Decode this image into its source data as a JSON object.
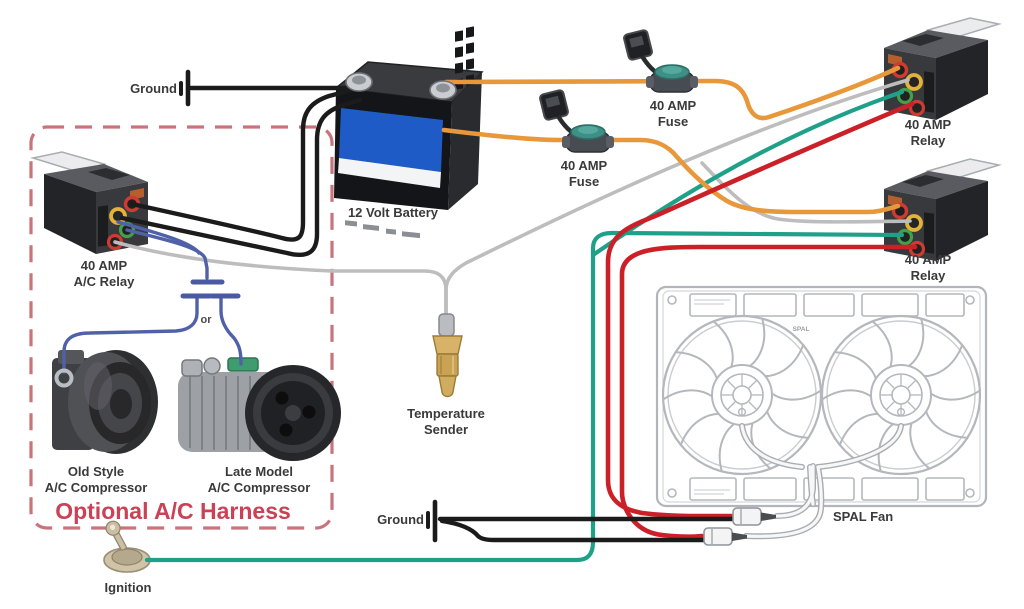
{
  "diagram": "Automotive A/C and dual electric fan relay wiring diagram",
  "labels": {
    "ground_top": "Ground",
    "ground_bottom": "Ground",
    "battery": "12 Volt Battery",
    "fuse_line1": "40 AMP",
    "fuse_line2": "Fuse",
    "relay_line1": "40 AMP",
    "relay_line2": "Relay",
    "ac_relay_line1": "40 AMP",
    "ac_relay_line2": "A/C Relay",
    "or": "or",
    "old_compressor_line1": "Old Style",
    "old_compressor_line2": "A/C Compressor",
    "late_compressor_line1": "Late Model",
    "late_compressor_line2": "A/C Compressor",
    "optional_harness": "Optional A/C Harness",
    "temp_sender_line1": "Temperature",
    "temp_sender_line2": "Sender",
    "spal_fan": "SPAL Fan",
    "spal_logo": "SPAL",
    "ignition": "Ignition"
  },
  "colors": {
    "wire_black": "#1b1b1b",
    "wire_orange": "#E8973B",
    "wire_gray": "#BDBDBD",
    "wire_teal": "#1FA189",
    "wire_red": "#CB2027",
    "wire_blue": "#5061A8",
    "wire_white": "#f5f5f5",
    "harness_box": "#C9737C",
    "harness_text": "#CB4155",
    "battery_blue": "#1E5BC6",
    "fan_line": "#b4b8bc"
  },
  "wires": [
    {
      "color": "black",
      "from": "ground (top)",
      "to": "battery negative post"
    },
    {
      "color": "black",
      "from": "40 AMP A/C relay",
      "to": "battery negative post"
    },
    {
      "color": "orange",
      "from": "battery positive",
      "to": "upper 40 AMP relay",
      "via": "40 AMP fuse"
    },
    {
      "color": "orange",
      "from": "battery positive",
      "to": "lower 40 AMP relay",
      "via": "40 AMP fuse"
    },
    {
      "color": "gray",
      "from": "40 AMP A/C relay",
      "to": "temperature sender"
    },
    {
      "color": "gray",
      "from": "temperature sender",
      "to": "upper and lower 40 AMP relays"
    },
    {
      "color": "teal",
      "from": "ignition",
      "to": "upper and lower 40 AMP relays"
    },
    {
      "color": "red",
      "from": "upper 40 AMP relay",
      "to": "fan bullet connector 1"
    },
    {
      "color": "red",
      "from": "lower 40 AMP relay",
      "to": "fan bullet connector 2"
    },
    {
      "color": "black",
      "from": "ground (bottom)",
      "to": "fan bullet connectors"
    },
    {
      "color": "white",
      "from": "SPAL fan leads",
      "to": "fan bullet connectors"
    },
    {
      "color": "blue",
      "from": "40 AMP A/C relay",
      "to": "old style or late model A/C compressor"
    }
  ]
}
